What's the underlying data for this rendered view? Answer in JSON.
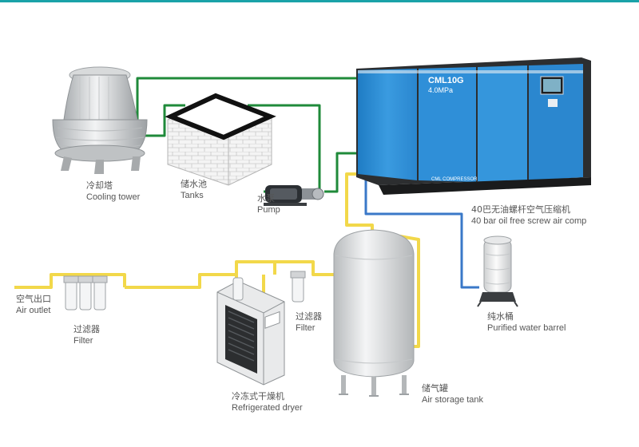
{
  "labels": {
    "cooling_tower": {
      "zh": "冷却塔",
      "en": "Cooling tower"
    },
    "tanks": {
      "zh": "储水池",
      "en": "Tanks"
    },
    "pump": {
      "zh": "水泵",
      "en": "Pump"
    },
    "compressor": {
      "zh": "40巴无油螺杆空气压缩机",
      "en": "40 bar oil free screw air comp"
    },
    "air_outlet": {
      "zh": "空气出口",
      "en": "Air outlet"
    },
    "filter_left": {
      "zh": "过滤器",
      "en": "Filter"
    },
    "filter_right": {
      "zh": "过滤器",
      "en": "Filter"
    },
    "refrigerated_dryer": {
      "zh": "冷冻式干燥机",
      "en": "Refrigerated dryer"
    },
    "air_storage_tank": {
      "zh": "储气罐",
      "en": "Air storage tank"
    },
    "purified_water_barrel": {
      "zh": "纯水桶",
      "en": "Purified water barrel"
    }
  },
  "compressor_panel": {
    "model": "CML10G",
    "pressure": "4.0MPa",
    "brand": "CML COMPRESSOR"
  },
  "colors": {
    "water_pipe": "#1f8a3a",
    "air_pipe": "#f2d84a",
    "pure_water_pipe": "#3a78c8",
    "compressor_blue": "#2d8fd6",
    "tank_grey": "#d9dbdc",
    "accent": "#1aa2a8"
  }
}
